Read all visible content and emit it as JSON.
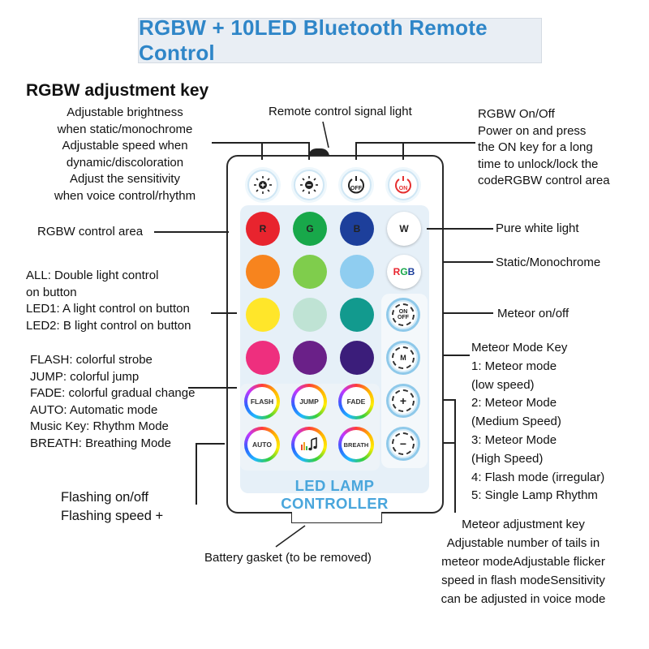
{
  "title": "RGBW + 10LED Bluetooth Remote Control",
  "section_heading": "RGBW adjustment key",
  "left_labels": {
    "rgbw_adjust": [
      "Adjustable brightness",
      "when static/monochrome",
      "Adjustable speed when",
      "dynamic/discoloration",
      "Adjust the sensitivity",
      "when voice control/rhythm"
    ],
    "rgbw_control_area": "RGBW control area",
    "all_led": [
      "ALL: Double light control",
      "on button",
      "LED1: A light control on button",
      "LED2: B light control on button"
    ],
    "modes": [
      "FLASH: colorful strobe",
      "JUMP: colorful jump",
      "FADE: colorful gradual change",
      "AUTO: Automatic mode",
      "Music Key: Rhythm Mode",
      "BREATH: Breathing Mode"
    ],
    "flashing": [
      "Flashing on/off",
      "Flashing speed +"
    ]
  },
  "top_labels": {
    "signal_light": "Remote control signal light",
    "rgbw_onoff": [
      "RGBW On/Off",
      "Power on and press",
      "the ON key for a long",
      "time to unlock/lock the",
      "codeRGBW control area"
    ]
  },
  "right_labels": {
    "pure_white": "Pure white light",
    "static": "Static/Monochrome",
    "meteor_onoff": "Meteor on/off",
    "meteor_mode_key": [
      "Meteor Mode Key",
      "1: Meteor mode",
      "(low speed)",
      "2: Meteor Mode",
      "(Medium Speed)",
      "3: Meteor Mode",
      "(High Speed)",
      "4: Flash mode (irregular)",
      "5: Single Lamp Rhythm"
    ],
    "meteor_adjust": [
      "Meteor adjustment key",
      "Adjustable number of tails in",
      "meteor modeAdjustable flicker",
      "speed in flash modeSensitivity",
      "can be adjusted in voice mode"
    ]
  },
  "bottom_label": "Battery gasket (to be removed)",
  "remote": {
    "panel_label": "LED LAMP CONTROLLER",
    "top_buttons": [
      {
        "icon": "brightness-up-icon"
      },
      {
        "icon": "brightness-down-icon"
      },
      {
        "label": "OFF",
        "icon": "power-off-icon"
      },
      {
        "label": "ON",
        "icon": "power-on-icon"
      }
    ],
    "color_buttons": [
      {
        "label": "R",
        "color": "#e8242e"
      },
      {
        "label": "G",
        "color": "#18a84a"
      },
      {
        "label": "B",
        "color": "#1d3f9b"
      },
      {
        "label": "W",
        "color": "#ffffff"
      },
      {
        "label": "",
        "color": "#f7841e"
      },
      {
        "label": "",
        "color": "#7fcd4c"
      },
      {
        "label": "",
        "color": "#8fcdf0"
      },
      {
        "label": "RGB",
        "color": "#ffffff"
      },
      {
        "label": "",
        "color": "#ffe62a"
      },
      {
        "label": "",
        "color": "#bfe3d4"
      },
      {
        "label": "",
        "color": "#129a8e"
      },
      {
        "label": "",
        "color": "#ee2f7e"
      },
      {
        "label": "",
        "color": "#6a2088"
      },
      {
        "label": "",
        "color": "#3b1d7a"
      }
    ],
    "mode_buttons": [
      "FLASH",
      "JUMP",
      "FADE",
      "AUTO",
      "",
      "BREATH"
    ],
    "side_buttons": [
      "ON\nOFF",
      "M",
      "+",
      "−"
    ]
  }
}
